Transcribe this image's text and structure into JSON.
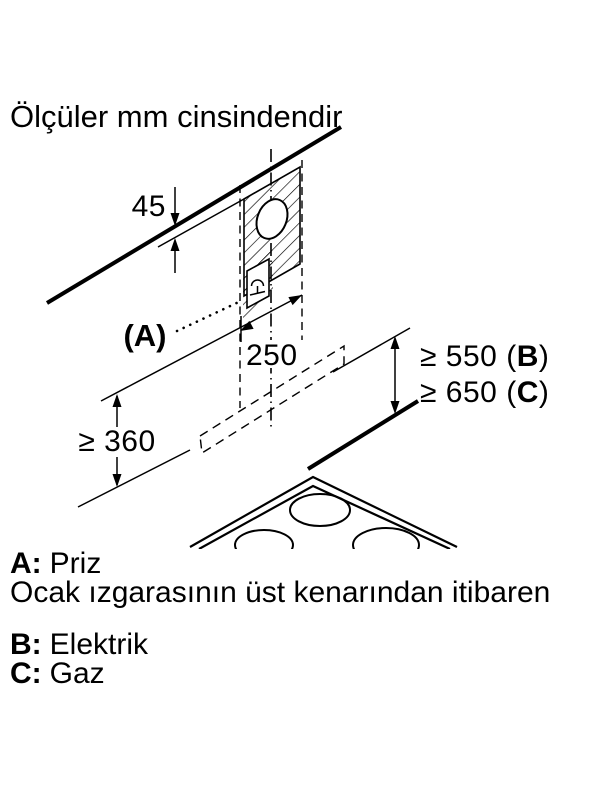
{
  "title": "Ölçüler mm cinsindendir",
  "colors": {
    "ink": "#000000",
    "background": "#ffffff"
  },
  "icons": {
    "power_socket": "power-socket-icon (semicircle plug glyph in hatched wall box)"
  },
  "diagram": {
    "dim_ceiling_offset": "45",
    "dim_strip_width": "250",
    "dim_electric": {
      "prefix": "≥ 550 (",
      "bold": "B",
      "suffix": ")"
    },
    "dim_gas": {
      "prefix": "≥ 650 (",
      "bold": "C",
      "suffix": ")"
    },
    "dim_min_clearance": "≥ 360",
    "socket_label": "(A)"
  },
  "legend": {
    "item_a": {
      "key": "A:",
      "text": "Priz"
    },
    "note": "Ocak ızgarasının üst kenarından itibaren",
    "item_b": {
      "key": "B:",
      "text": "Elektrik"
    },
    "item_c": {
      "key": "C:",
      "text": "Gaz"
    }
  }
}
